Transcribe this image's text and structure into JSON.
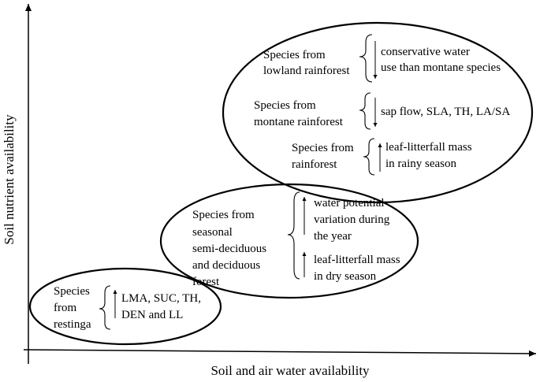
{
  "axes": {
    "x_label": "Soil and air water availability",
    "y_label": "Soil nutrient availability"
  },
  "groups": {
    "rainforest": {
      "lowland": {
        "label_lines": [
          "Species from",
          "lowland rainforest"
        ],
        "traits": [
          {
            "direction": "down",
            "lines": [
              "conservative water",
              "use than montane species"
            ]
          }
        ]
      },
      "montane": {
        "label_lines": [
          "Species from",
          "montane rainforest"
        ],
        "traits": [
          {
            "direction": "down",
            "lines": [
              "sap flow, SLA, TH, LA/SA"
            ]
          }
        ]
      },
      "general": {
        "label_lines": [
          "Species from",
          "rainforest"
        ],
        "traits": [
          {
            "direction": "up",
            "lines": [
              "leaf-litterfall mass",
              "in rainy season"
            ]
          }
        ]
      }
    },
    "seasonal": {
      "label_lines": [
        "Species from",
        "seasonal",
        "semi-deciduous",
        "and deciduous",
        "forest"
      ],
      "traits": [
        {
          "direction": "up",
          "lines": [
            "water potential",
            "variation during",
            "the year"
          ]
        },
        {
          "direction": "up",
          "lines": [
            "leaf-litterfall mass",
            "in dry season"
          ]
        }
      ]
    },
    "restinga": {
      "label_lines": [
        "Species",
        "from",
        "restinga"
      ],
      "traits": [
        {
          "direction": "up",
          "lines": [
            "LMA, SUC, TH,",
            "DEN and LL"
          ]
        }
      ]
    }
  }
}
